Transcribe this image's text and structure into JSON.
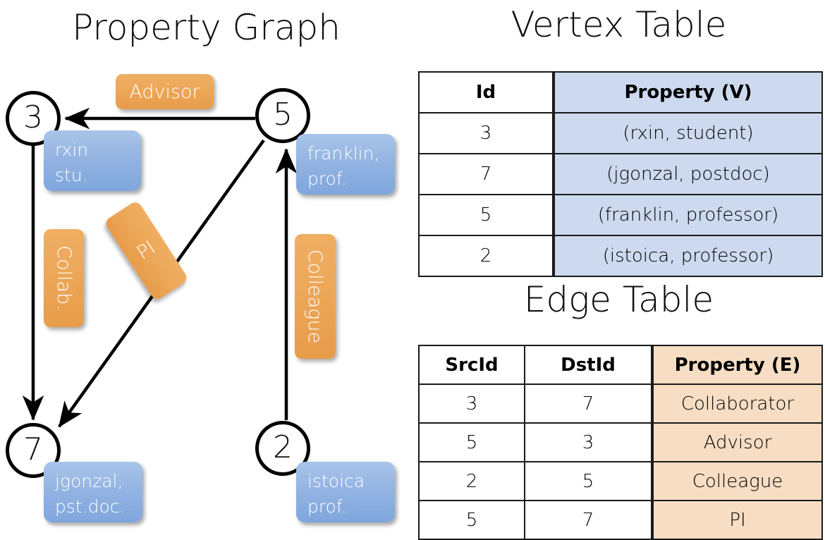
{
  "titles": {
    "property_graph": "Property Graph",
    "vertex_table": "Vertex Table",
    "edge_table": "Edge Table"
  },
  "graph": {
    "nodes": [
      {
        "id": "3",
        "property": "rxin\nstu."
      },
      {
        "id": "5",
        "property": "franklin,\nprof."
      },
      {
        "id": "7",
        "property": "jgonzal,\npst.doc."
      },
      {
        "id": "2",
        "property": "istoica\nprof."
      }
    ],
    "node_labels": {
      "n3": "3",
      "n5": "5",
      "n7": "7",
      "n2": "2"
    },
    "property_boxes": {
      "rxin_line1": "rxin",
      "rxin_line2": "stu.",
      "franklin_line1": "franklin,",
      "franklin_line2": "prof.",
      "jgonzal_line1": "jgonzal,",
      "jgonzal_line2": "pst.doc.",
      "istoica_line1": "istoica",
      "istoica_line2": "prof."
    },
    "edge_labels": {
      "advisor": "Advisor",
      "collab": "Collab.",
      "pi": "PI",
      "colleague": "Colleague"
    },
    "edges": [
      {
        "from": "5",
        "to": "3",
        "label": "Advisor"
      },
      {
        "from": "3",
        "to": "7",
        "label": "Collab."
      },
      {
        "from": "5",
        "to": "7",
        "label": "PI"
      },
      {
        "from": "2",
        "to": "5",
        "label": "Colleague"
      }
    ]
  },
  "vertex_table": {
    "headers": [
      "Id",
      "Property (V)"
    ],
    "rows": [
      [
        "3",
        "(rxin, student)"
      ],
      [
        "7",
        "(jgonzal, postdoc)"
      ],
      [
        "5",
        "(franklin, professor)"
      ],
      [
        "2",
        "(istoica, professor)"
      ]
    ]
  },
  "edge_table": {
    "headers": [
      "SrcId",
      "DstId",
      "Property (E)"
    ],
    "rows": [
      [
        "3",
        "7",
        "Collaborator"
      ],
      [
        "5",
        "3",
        "Advisor"
      ],
      [
        "2",
        "5",
        "Colleague"
      ],
      [
        "5",
        "7",
        "PI"
      ]
    ]
  },
  "colors": {
    "vertex_property_fill": "#ccd9ee",
    "edge_property_fill": "#f6ddc3",
    "node_box_blue": "#8fb0e0",
    "edge_label_orange": "#eda85a",
    "stroke": "#000000",
    "background": "#ffffff"
  }
}
